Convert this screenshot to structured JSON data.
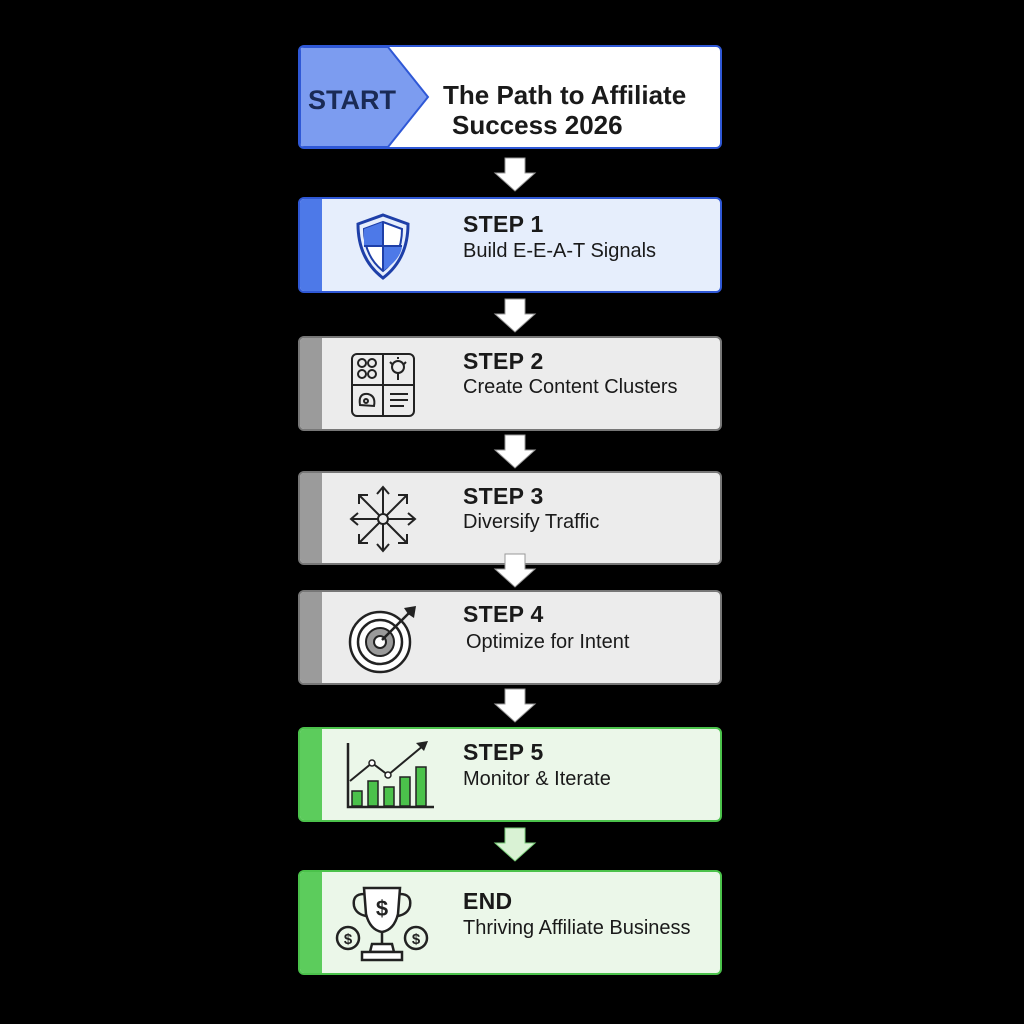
{
  "header": {
    "start_label": "START",
    "title_line1": "The Path to Affiliate",
    "title_line2": "Success 2026"
  },
  "steps": [
    {
      "heading": "STEP 1",
      "text": "Build E-E-A-T Signals",
      "icon": "shield-icon",
      "color": "#2f58d6"
    },
    {
      "heading": "STEP 2",
      "text": "Create Content Clusters",
      "icon": "content-clusters-icon",
      "color": "#777777"
    },
    {
      "heading": "STEP 3",
      "text": "Diversify Traffic",
      "icon": "diverging-arrows-icon",
      "color": "#777777"
    },
    {
      "heading": "STEP 4",
      "text": "Optimize for Intent",
      "icon": "target-icon",
      "color": "#777777"
    },
    {
      "heading": "STEP 5",
      "text": "Monitor & Iterate",
      "icon": "growth-chart-icon",
      "color": "#4bc24b"
    }
  ],
  "end": {
    "heading": "END",
    "text": "Thriving Affiliate Business",
    "icon": "trophy-icon",
    "color": "#4bc24b"
  }
}
